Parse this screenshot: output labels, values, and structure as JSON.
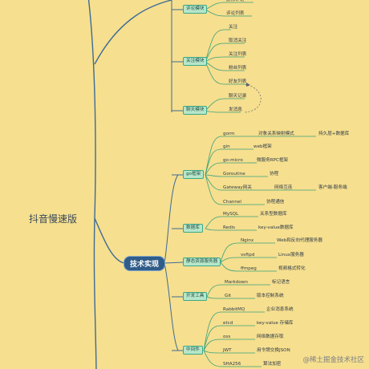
{
  "root": "抖音慢速版",
  "main": "技术实现",
  "watermark": "@稀土掘金技术社区",
  "boxes": [
    {
      "id": "b_comment",
      "label": "评论模块"
    },
    {
      "id": "b_follow",
      "label": "关注模块"
    },
    {
      "id": "b_chat",
      "label": "聊天模块"
    },
    {
      "id": "b_go",
      "label": "go框架"
    },
    {
      "id": "b_db",
      "label": "数据库"
    },
    {
      "id": "b_static",
      "label": "静态资源服务器"
    },
    {
      "id": "b_tools",
      "label": "开发工具"
    },
    {
      "id": "b_mw",
      "label": "中间件"
    }
  ],
  "nodes": [
    {
      "id": "n_del_comment",
      "label": "删除评论"
    },
    {
      "id": "n_comment_list",
      "label": "评论列表"
    },
    {
      "id": "n_follow",
      "label": "关注"
    },
    {
      "id": "n_unfollow",
      "label": "取消关注"
    },
    {
      "id": "n_follow_list",
      "label": "关注列表"
    },
    {
      "id": "n_fans_list",
      "label": "粉丝列表"
    },
    {
      "id": "n_friend_list",
      "label": "好友列表"
    },
    {
      "id": "n_chat_record",
      "label": "聊天记录"
    },
    {
      "id": "n_send_msg",
      "label": "发消息"
    },
    {
      "id": "n_gorm",
      "label": "gorm"
    },
    {
      "id": "n_gorm_d",
      "label": "对象关系映射模式"
    },
    {
      "id": "n_gorm_d2",
      "label": "持久层+数据库"
    },
    {
      "id": "n_gin",
      "label": "gin"
    },
    {
      "id": "n_gin_d",
      "label": "web框架"
    },
    {
      "id": "n_gomicro",
      "label": "go-micro"
    },
    {
      "id": "n_gomicro_d",
      "label": "微服务RPC框架"
    },
    {
      "id": "n_goroutine",
      "label": "Goroutine"
    },
    {
      "id": "n_goroutine_d",
      "label": "协程"
    },
    {
      "id": "n_gateway",
      "label": "Gateway网关"
    },
    {
      "id": "n_gateway_d",
      "label": "网络互连"
    },
    {
      "id": "n_gateway_d2",
      "label": "客户端-服务端"
    },
    {
      "id": "n_channel",
      "label": "Channel"
    },
    {
      "id": "n_channel_d",
      "label": "协程通信"
    },
    {
      "id": "n_mysql",
      "label": "MySQL"
    },
    {
      "id": "n_mysql_d",
      "label": "关系型数据库"
    },
    {
      "id": "n_redis",
      "label": "Redis"
    },
    {
      "id": "n_redis_d",
      "label": "key-value数据库"
    },
    {
      "id": "n_nginx",
      "label": "Nginx"
    },
    {
      "id": "n_nginx_d",
      "label": "Web和反向代理服务器"
    },
    {
      "id": "n_vsftpd",
      "label": "vsftpd"
    },
    {
      "id": "n_vsftpd_d",
      "label": "Linux服务器"
    },
    {
      "id": "n_ffmpeg",
      "label": "ffmpeg"
    },
    {
      "id": "n_ffmpeg_d",
      "label": "视频格式转化"
    },
    {
      "id": "n_markdown",
      "label": "Markdown"
    },
    {
      "id": "n_markdown_d",
      "label": "标记语言"
    },
    {
      "id": "n_git",
      "label": "Git"
    },
    {
      "id": "n_git_d",
      "label": "版本控制系统"
    },
    {
      "id": "n_rabbitmq",
      "label": "RabbitMQ"
    },
    {
      "id": "n_rabbitmq_d",
      "label": "企业消息系统"
    },
    {
      "id": "n_etcd",
      "label": "etcd"
    },
    {
      "id": "n_etcd_d",
      "label": "key-value 存储库"
    },
    {
      "id": "n_oss",
      "label": "oss"
    },
    {
      "id": "n_oss_d",
      "label": "网络数据存取"
    },
    {
      "id": "n_jwt",
      "label": "JWT"
    },
    {
      "id": "n_jwt_d",
      "label": "用令牌交换JSON"
    },
    {
      "id": "n_sha",
      "label": "SHA256"
    },
    {
      "id": "n_sha_d",
      "label": "算法加密"
    }
  ]
}
